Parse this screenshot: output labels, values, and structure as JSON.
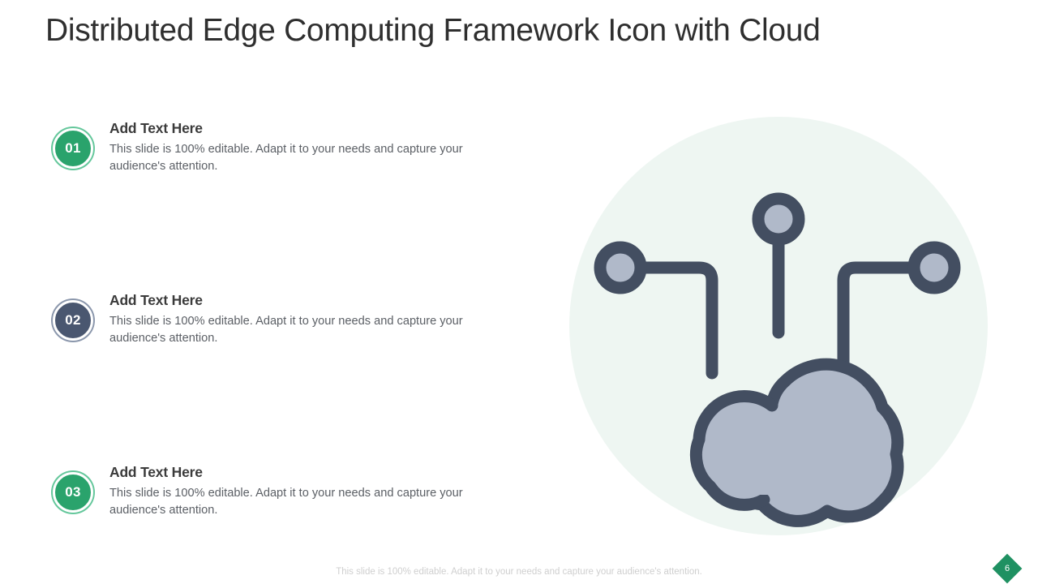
{
  "slide": {
    "title": "Distributed Edge Computing Framework Icon with Cloud",
    "page_number": "6",
    "footer_note": "This slide is 100% editable. Adapt it to your needs and capture your audience's attention.",
    "colors": {
      "green": "#2aa36c",
      "navy": "#4a5770",
      "title_text": "#2f2f2f",
      "body_text": "#5c6066",
      "icon_stroke": "#434e61",
      "icon_fill": "#b0b9c9",
      "icon_bg_circle": "#eef6f2",
      "page_badge": "#1f9162",
      "footer_text": "#cfcfcf"
    }
  },
  "bullets": [
    {
      "number": "01",
      "heading": "Add Text Here",
      "text": "This slide is 100% editable. Adapt it to your needs and capture your audience's attention.",
      "color": "green"
    },
    {
      "number": "02",
      "heading": "Add Text Here",
      "text": "This slide is 100% editable. Adapt it to your needs and capture your audience's attention.",
      "color": "navy"
    },
    {
      "number": "03",
      "heading": "Add Text Here",
      "text": "This slide is 100% editable. Adapt it to your needs and capture your audience's attention.",
      "color": "green"
    }
  ],
  "icon": {
    "name": "cloud-network-icon",
    "description": "Cloud connected to three endpoint nodes by bracket lines",
    "nodes": [
      "node-top-center",
      "node-left",
      "node-right"
    ]
  }
}
